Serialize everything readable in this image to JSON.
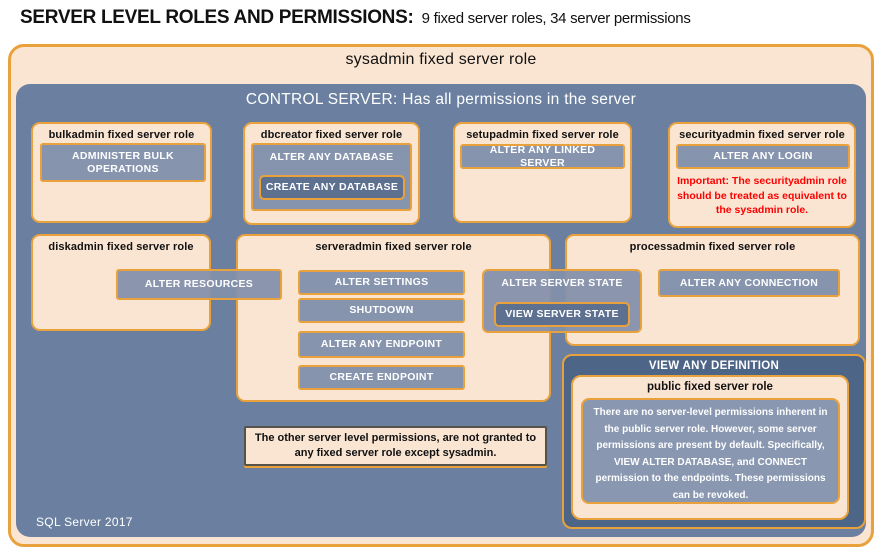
{
  "title": {
    "bold": "SERVER LEVEL ROLES AND PERMISSIONS:",
    "rest": "9 fixed server roles, 34 server permissions"
  },
  "sysadmin": {
    "label": "sysadmin fixed server role"
  },
  "control_server": {
    "heading": "CONTROL SERVER: Has all permissions in the server",
    "footer": "SQL Server 2017"
  },
  "boxes": {
    "bulkadmin": {
      "title": "bulkadmin fixed server role",
      "perm": "ADMINISTER  BULK OPERATIONS"
    },
    "dbcreator": {
      "title": "dbcreator fixed server role",
      "perm_outer": "ALTER ANY DATABASE",
      "perm_nested": "CREATE  ANY DATABASE"
    },
    "setupadmin": {
      "title": "setupadmin fixed server role",
      "perm": "ALTER ANY LINKED SERVER"
    },
    "securityadmin": {
      "title": "securityadmin  fixed server role",
      "perm": "ALTER ANY LOGIN",
      "warning": "Important:  The securityadmin role should  be treated  as equivalent to the  sysadmin role."
    },
    "diskadmin": {
      "title": "diskadmin  fixed server role",
      "perm": "ALTER RESOURCES"
    },
    "serveradmin": {
      "title": "serveradmin fixed server role",
      "perms": [
        "ALTER SETTINGS",
        "SHUTDOWN",
        "ALTER ANY ENDPOINT",
        "CREATE  ENDPOINT"
      ]
    },
    "shared_state": {
      "outer": "ALTER SERVER  STATE",
      "nested": "VIEW SERVER  STATE"
    },
    "processadmin": {
      "title": "processadmin  fixed server role",
      "perm": "ALTER ANY CONNECTION"
    }
  },
  "note": "The other server level permissions,  are not granted to any fixed server role except sysadmin.",
  "view_any_definition": {
    "label": "VIEW ANY DEFINITION",
    "public_title": "public  fixed server role",
    "public_text": "There are no server-level permissions inherent in the public server role. However, some server permissions are present by default. Specifically, VIEW ALTER DATABASE, and CONNECT permission to the endpoints. These permissions can be revoked."
  },
  "colors": {
    "peach": "#FAE5D3",
    "gold_border": "#E9A23B",
    "slate_background": "#6B80A0",
    "permission_button": "#8694AE",
    "permission_button_dark": "#5D7090",
    "definition_panel": "#4D6586",
    "inner_panel": "#8997B1",
    "warning_red": "#FF0000"
  }
}
